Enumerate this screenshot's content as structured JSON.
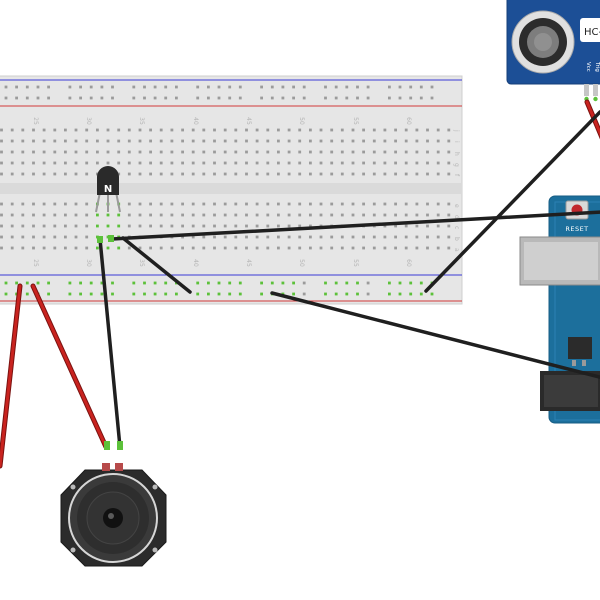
{
  "breadboard": {
    "column_numbers": [
      "25",
      "30",
      "35",
      "40",
      "45",
      "50",
      "55",
      "60"
    ],
    "row_letters_top": [
      "j",
      "i",
      "h",
      "g",
      "f"
    ],
    "row_letters_bottom": [
      "e",
      "d",
      "c",
      "b",
      "a"
    ]
  },
  "transistor": {
    "label": "N"
  },
  "sensor": {
    "name": "HC-",
    "pin_vcc": "Vcc",
    "pin_trig": "Trig"
  },
  "arduino": {
    "reset_label": "RESET"
  },
  "colors": {
    "wire_black": "#1f1f1f",
    "wire_red": "#c9231f",
    "connected_hole": "#5cc13a",
    "board_blue": "#1c6f9c",
    "sensor_blue": "#1c4f96"
  }
}
